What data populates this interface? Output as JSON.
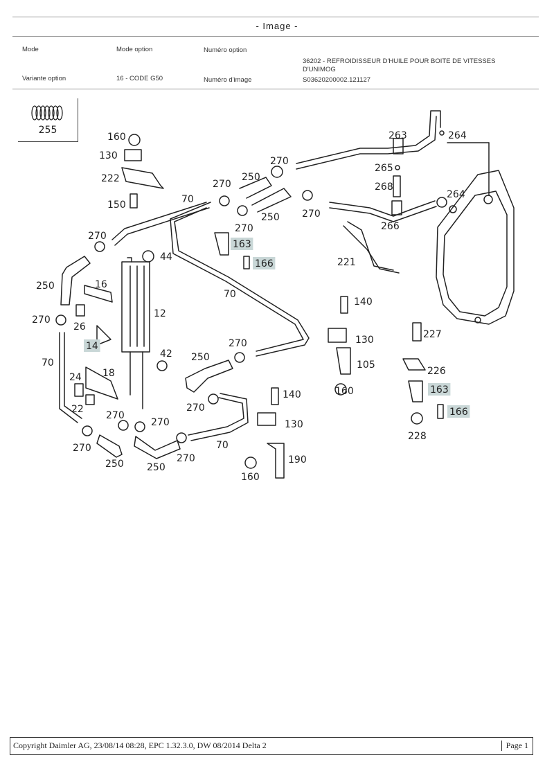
{
  "header": {
    "title": "- Image -",
    "mode_label": "Mode",
    "mode_value": "Mode  option",
    "option_number_label": "Numéro option",
    "variant_label": "Variante option",
    "variant_value": "16 - CODE G50",
    "image_number_label": "Numéro d'image",
    "part_line1": "36202 - REFROIDISSEUR D'HUILE POUR BOITE DE VITESSES",
    "part_line2": "D'UNIMOG",
    "image_number_value": "S03620200002.121127"
  },
  "callout": {
    "label": "255",
    "icon": "spring-icon"
  },
  "diagram": {
    "labels": [
      "160",
      "130",
      "222",
      "150",
      "70",
      "270",
      "250",
      "270",
      "250",
      "270",
      "270",
      "263",
      "264",
      "265",
      "268",
      "264",
      "266",
      "163",
      "166",
      "270",
      "44",
      "221",
      "250",
      "16",
      "12",
      "270",
      "26",
      "70",
      "140",
      "14",
      "42",
      "270",
      "130",
      "105",
      "227",
      "70",
      "250",
      "18",
      "24",
      "22",
      "160",
      "226",
      "163",
      "166",
      "228",
      "270",
      "270",
      "140",
      "270",
      "130",
      "270",
      "250",
      "250",
      "270",
      "70",
      "190",
      "160"
    ],
    "highlighted_labels": [
      "163",
      "166",
      "14",
      "163",
      "166"
    ],
    "highlight_color": "#c9d7d7"
  },
  "footer": {
    "copyright": "Copyright Daimler AG, 23/08/14 08:28, EPC 1.32.3.0, DW 08/2014 Delta 2",
    "page": "Page 1"
  }
}
